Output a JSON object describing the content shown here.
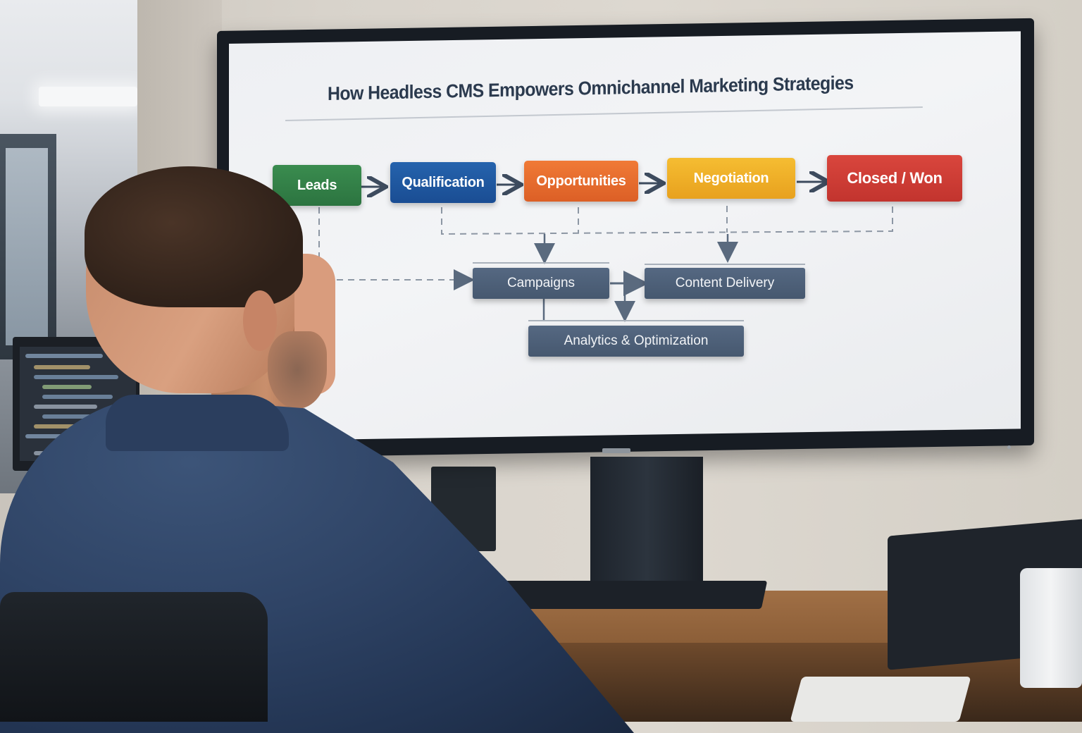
{
  "scene": {
    "description": "Man seated at desk viewing a wall-mounted screen showing a marketing pipeline diagram",
    "colors": {
      "wall": "#d8d3cb",
      "tv_bezel": "#171c23",
      "screen_bg": "#f1f2f4",
      "shirt": "#2f4466",
      "desk": "#9a6a42"
    }
  },
  "diagram": {
    "title": "How Headless CMS Empowers Omnichannel Marketing Strategies",
    "stages": [
      {
        "label": "Leads",
        "color": "#2f7f44"
      },
      {
        "label": "Qualification",
        "color": "#1e56a0"
      },
      {
        "label": "Opportunities",
        "color": "#e8692c"
      },
      {
        "label": "Negotiation",
        "color": "#efb026"
      },
      {
        "label": "Closed / Won",
        "color": "#cc3b34"
      }
    ],
    "hubs": [
      {
        "label": "Campaigns",
        "color": "#4e6179"
      },
      {
        "label": "Content Delivery",
        "color": "#4e6179"
      },
      {
        "label": "Analytics & Optimization",
        "color": "#4e6179"
      }
    ],
    "connector_color": "#3d4b5e",
    "dashed_color": "#8d97a4"
  }
}
